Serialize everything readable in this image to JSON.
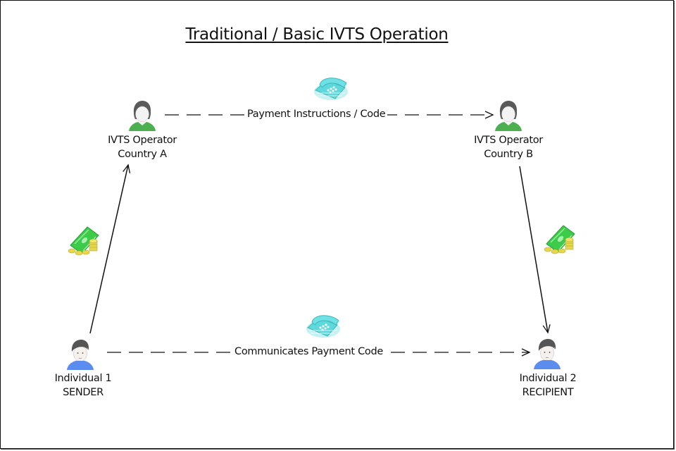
{
  "diagram": {
    "title": "Traditional / Basic IVTS Operation",
    "nodes": [
      {
        "id": "operator-a",
        "line1": "IVTS Operator",
        "line2": "Country A",
        "icon": "person-operator-icon",
        "shirt_color": "#4caf50"
      },
      {
        "id": "operator-b",
        "line1": "IVTS Operator",
        "line2": "Country B",
        "icon": "person-operator-icon",
        "shirt_color": "#4caf50"
      },
      {
        "id": "individual-1",
        "line1": "Individual 1",
        "line2": "SENDER",
        "icon": "person-individual-icon",
        "shirt_color": "#5b8def"
      },
      {
        "id": "individual-2",
        "line1": "Individual 2",
        "line2": "RECIPIENT",
        "icon": "person-individual-icon",
        "shirt_color": "#5b8def"
      }
    ],
    "edges": [
      {
        "from": "operator-a",
        "to": "operator-b",
        "label": "Payment Instructions / Code",
        "style": "dashed",
        "icon": "telephone-icon"
      },
      {
        "from": "individual-1",
        "to": "individual-2",
        "label": "Communicates Payment Code",
        "style": "dashed",
        "icon": "telephone-icon"
      },
      {
        "from": "individual-1",
        "to": "operator-a",
        "label": "",
        "style": "solid",
        "icon": "money-icon"
      },
      {
        "from": "operator-b",
        "to": "individual-2",
        "label": "",
        "style": "solid",
        "icon": "money-icon"
      }
    ],
    "colors": {
      "phone": "#5fd8dc",
      "money_bill": "#3dcc4a",
      "coin": "#e6d84a",
      "hair": "#5a5a5a",
      "line": "#111111"
    }
  }
}
